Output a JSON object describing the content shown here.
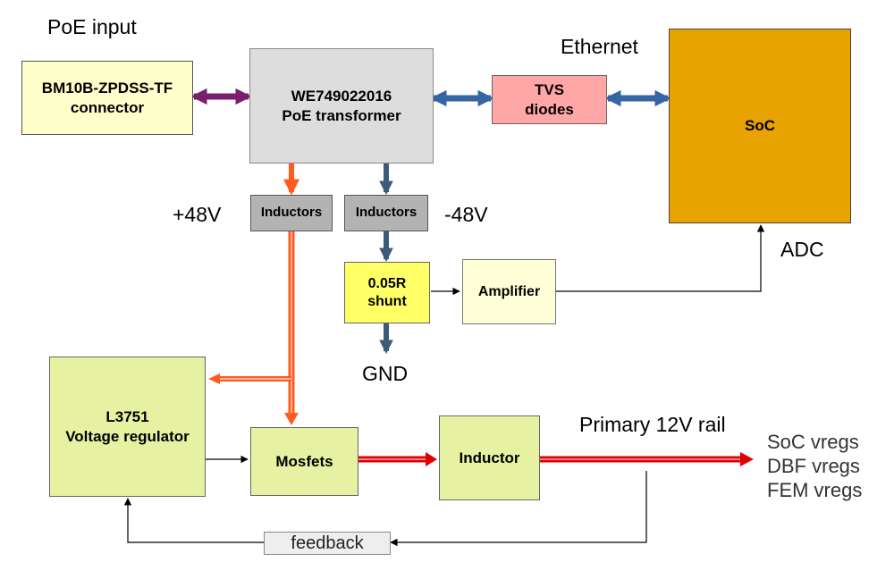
{
  "labels": {
    "poe_input": "PoE input",
    "ethernet": "Ethernet",
    "plus48": "+48V",
    "minus48": "-48V",
    "adc": "ADC",
    "gnd": "GND",
    "primary_rail": "Primary 12V rail",
    "outputs": [
      "SoC vregs",
      "DBF vregs",
      "FEM vregs"
    ]
  },
  "blocks": {
    "connector": [
      "BM10B-ZPDSS-TF",
      "connector"
    ],
    "transformer": [
      "WE749022016",
      "PoE transformer"
    ],
    "tvs": [
      "TVS",
      "diodes"
    ],
    "soc": "SoC",
    "inductors_pos": "Inductors",
    "inductors_neg": "Inductors",
    "shunt": [
      "0.05R",
      "shunt"
    ],
    "amplifier": "Amplifier",
    "regulator": [
      "L3751",
      "Voltage regulator"
    ],
    "mosfets": "Mosfets",
    "inductor": "Inductor",
    "feedback": "feedback"
  },
  "colors": {
    "connector_fill": "#ffffcc",
    "transformer_fill": "#dddddd",
    "tvs_fill": "#ffa6a6",
    "soc_fill": "#e8a202",
    "inductors_fill": "#b3b3b3",
    "shunt_fill": "#ffff66",
    "amplifier_fill": "#ffffd7",
    "green_fill": "#e6f2a2",
    "feedback_fill": "#eeeeee",
    "purple_arrow": "#7a1f6e",
    "blue_arrow": "#3465a4",
    "navy_arrow": "#3e5a7a",
    "orange_arrow": "#ff5a1f",
    "red_arrow": "#e00000"
  }
}
